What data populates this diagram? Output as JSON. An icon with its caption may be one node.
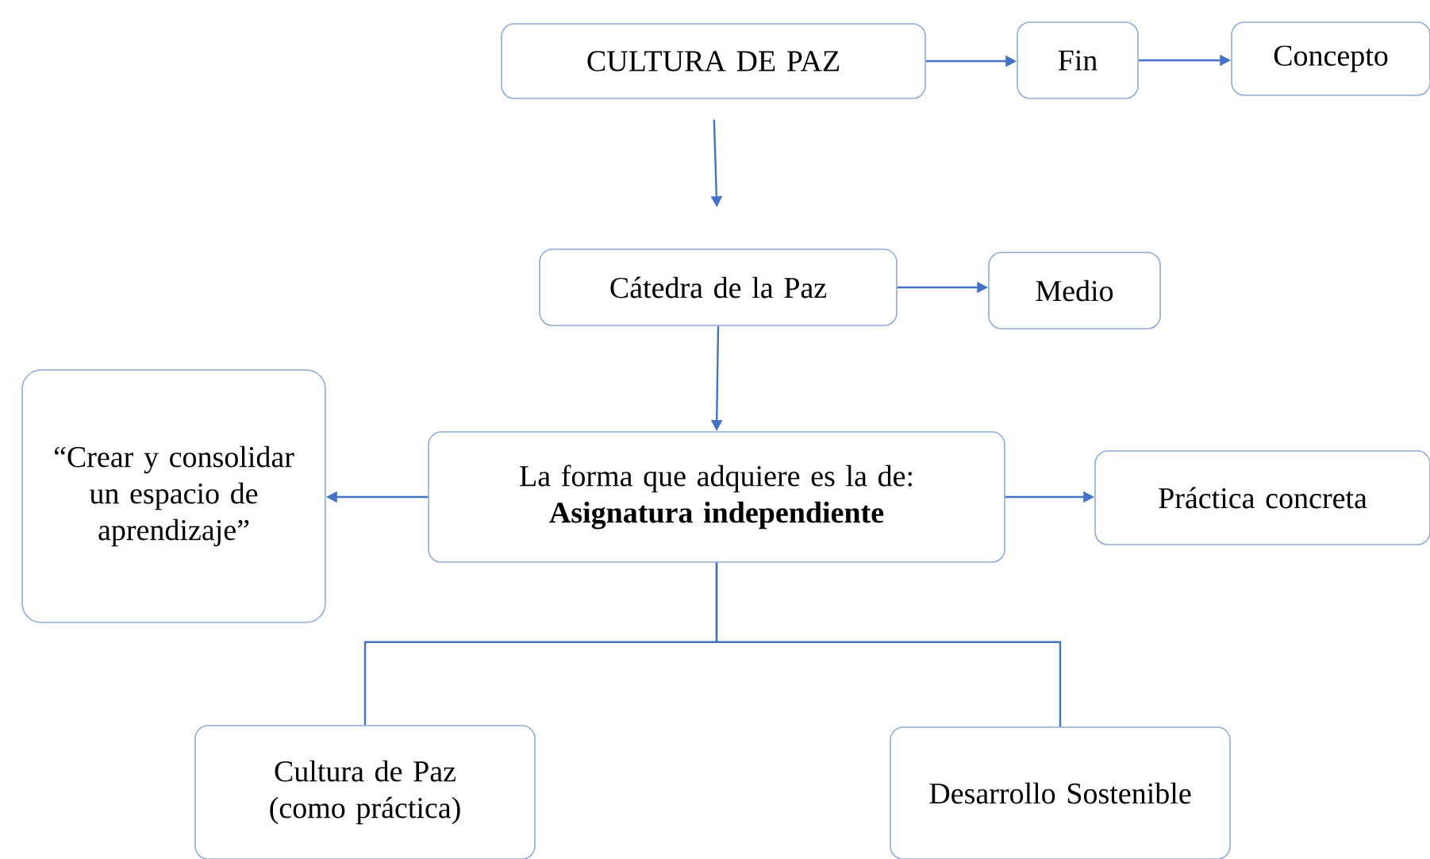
{
  "diagram": {
    "nodes": [
      {
        "text": [
          "CULTURA DE PAZ"
        ]
      },
      {
        "text": [
          "Fin"
        ]
      },
      {
        "text": [
          "Concepto"
        ]
      },
      {
        "text": [
          "Cátedra de la Paz"
        ]
      },
      {
        "text": [
          "Medio"
        ]
      },
      {
        "text": [
          "“Crear y consolidar un espacio de aprendizaje”"
        ]
      },
      {
        "text": [
          "La forma que adquiere es la de:",
          "Asignatura independiente"
        ]
      },
      {
        "text": [
          "Práctica concreta"
        ]
      },
      {
        "text": [
          "Cultura de Paz (como práctica)"
        ]
      },
      {
        "text": [
          "Desarrollo Sostenible"
        ]
      }
    ],
    "edges": [
      {
        "from": 0,
        "to": 1,
        "arrow": "to"
      },
      {
        "from": 1,
        "to": 2,
        "arrow": "to"
      },
      {
        "from": 0,
        "to": 3,
        "arrow": "to"
      },
      {
        "from": 3,
        "to": 4,
        "arrow": "to"
      },
      {
        "from": 3,
        "to": 6,
        "arrow": "to"
      },
      {
        "from": 6,
        "to": 5,
        "arrow": "to"
      },
      {
        "from": 6,
        "to": 7,
        "arrow": "to"
      },
      {
        "from": 6,
        "to": 8,
        "arrow": "none"
      },
      {
        "from": 6,
        "to": 9,
        "arrow": "none"
      }
    ]
  }
}
